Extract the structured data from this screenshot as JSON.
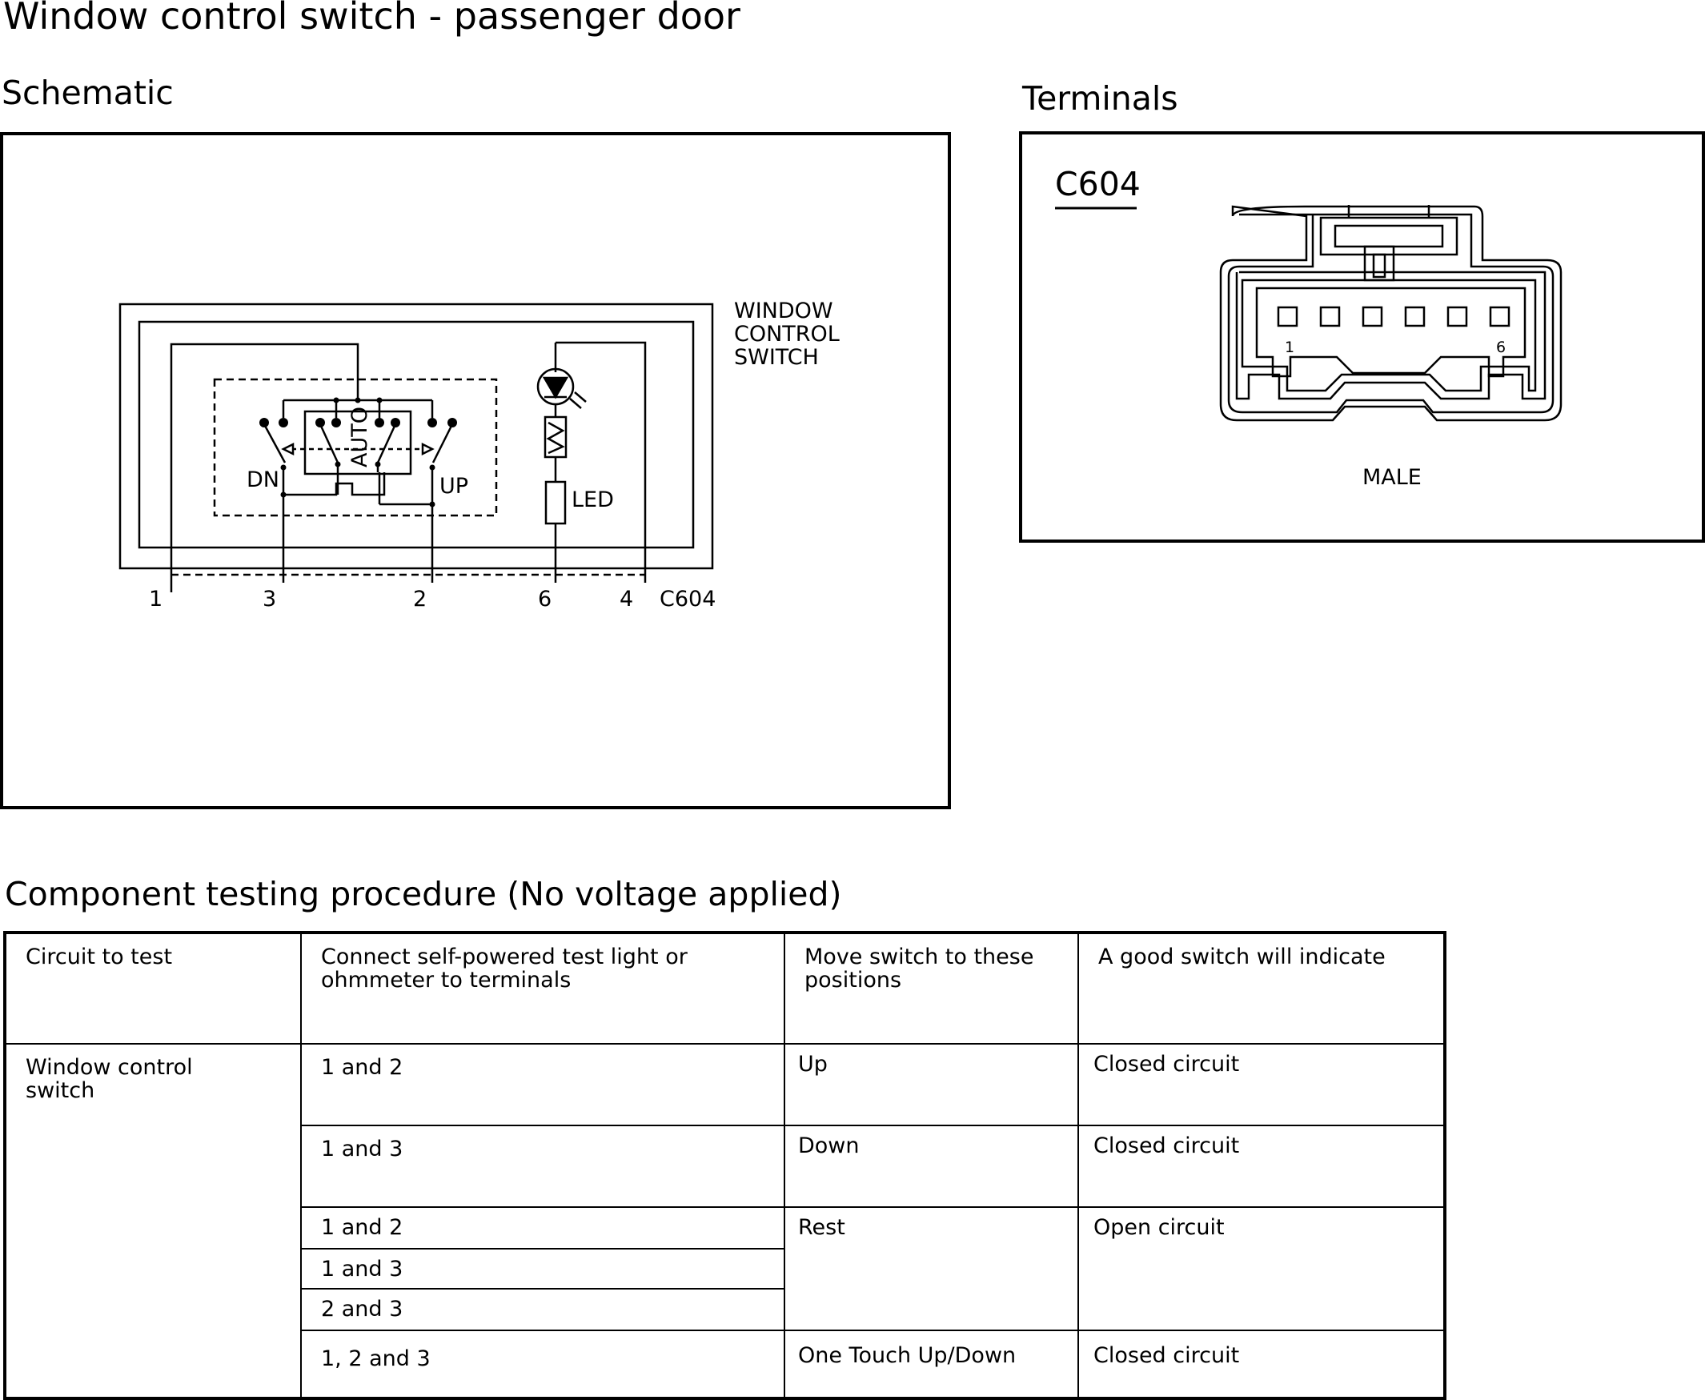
{
  "title": "Window control switch - passenger door",
  "schematic": {
    "heading": "Schematic",
    "switch_name_lines": [
      "WINDOW",
      "CONTROL",
      "SWITCH"
    ],
    "labels": {
      "dn": "DN",
      "up": "UP",
      "auto": "AUTO",
      "led": "LED"
    },
    "pins": [
      "1",
      "3",
      "2",
      "6",
      "4"
    ],
    "connector": "C604"
  },
  "terminals": {
    "heading": "Terminals",
    "connector": "C604",
    "pin_first": "1",
    "pin_last": "6",
    "gender": "MALE"
  },
  "procedure": {
    "heading": "Component testing procedure (No voltage applied)",
    "headers": [
      "Circuit to test",
      "Connect self-powered test light or\nohmmeter to terminals",
      "Move switch to these\npositions",
      "A good switch will indicate"
    ],
    "circuit": "Window control\nswitch",
    "rows": [
      {
        "terminals": "1 and 2",
        "position": "Up",
        "result": "Closed circuit"
      },
      {
        "terminals": "1 and 3",
        "position": "Down",
        "result": "Closed circuit"
      },
      {
        "terminals": "1 and 2",
        "position": "Rest",
        "result": "Open circuit"
      },
      {
        "terminals": "1 and 3"
      },
      {
        "terminals": "2 and 3"
      },
      {
        "terminals": "1, 2 and 3",
        "position": "One Touch Up/Down",
        "result": "Closed circuit"
      }
    ]
  }
}
